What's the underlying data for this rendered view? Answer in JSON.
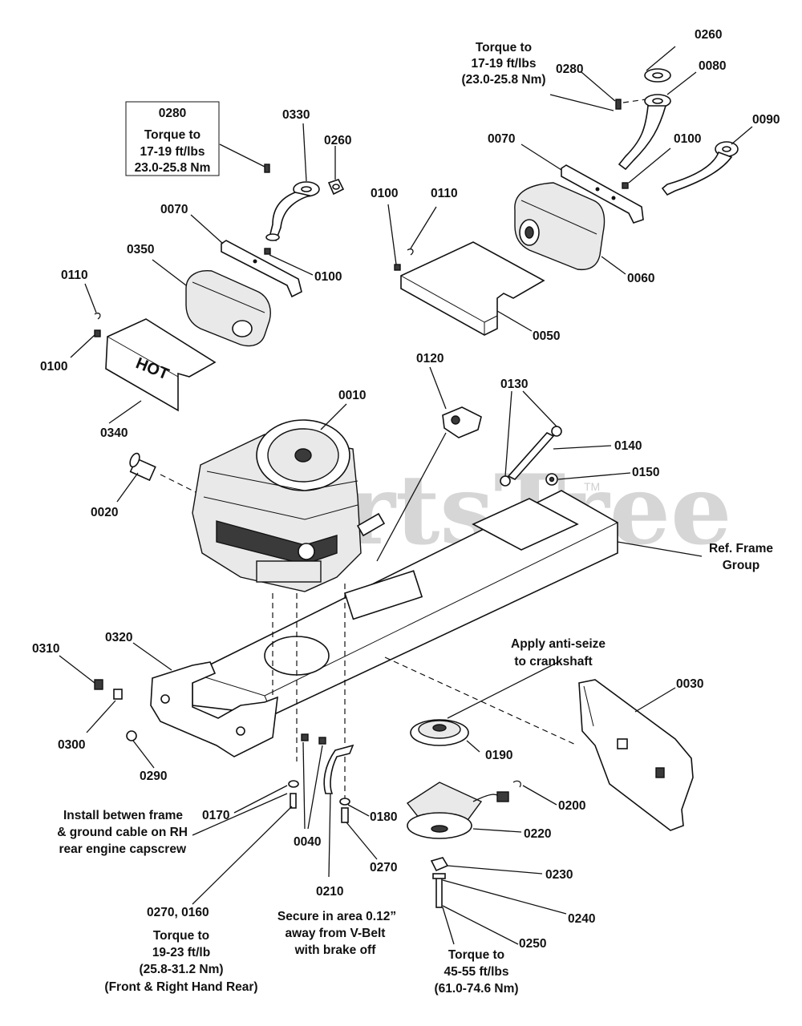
{
  "watermark": "PartsTree",
  "watermark_tm": "TM",
  "hot_label": "HOT",
  "labels": {
    "l0260a": "0260",
    "l0080": "0080",
    "l0280a": "0280",
    "l0090": "0090",
    "l0070a": "0070",
    "l0100a": "0100",
    "l0060": "0060",
    "l0100b": "0100",
    "l0110a": "0110",
    "l0050": "0050",
    "l0330": "0330",
    "l0260b": "0260",
    "l0070b": "0070",
    "l0350": "0350",
    "l0100c": "0100",
    "l0110b": "0110",
    "l0100d": "0100",
    "l0340": "0340",
    "l0010": "0010",
    "l0120": "0120",
    "l0130": "0130",
    "l0140": "0140",
    "l0150": "0150",
    "l0020": "0020",
    "l0320": "0320",
    "l0310": "0310",
    "l0300": "0300",
    "l0290": "0290",
    "l0030": "0030",
    "l0190": "0190",
    "l0200": "0200",
    "l0220": "0220",
    "l0170": "0170",
    "l0180": "0180",
    "l0040": "0040",
    "l0270": "0270",
    "l0210": "0210",
    "l0230": "0230",
    "l0240": "0240",
    "l0250": "0250",
    "l0270_0160": "0270, 0160"
  },
  "notes": {
    "torque_top": [
      "Torque to",
      "17-19 ft/lbs",
      "(23.0-25.8 Nm)"
    ],
    "box_0280": [
      "0280",
      "Torque to",
      "17-19 ft/lbs",
      "23.0-25.8 Nm"
    ],
    "ref_frame": [
      "Ref. Frame",
      "Group"
    ],
    "anti_seize": [
      "Apply anti-seize",
      "to crankshaft"
    ],
    "install_between": [
      "Install betwen frame",
      "& ground cable on RH",
      "rear engine capscrew"
    ],
    "torque_engine": [
      "Torque to",
      "19-23 ft/lb",
      "(25.8-31.2 Nm)",
      "(Front & Right Hand Rear)"
    ],
    "secure_area": [
      "Secure in area 0.12”",
      "away from V-Belt",
      "with brake off"
    ],
    "torque_clutch": [
      "Torque to",
      "45-55 ft/lbs",
      "(61.0-74.6 Nm)"
    ]
  }
}
